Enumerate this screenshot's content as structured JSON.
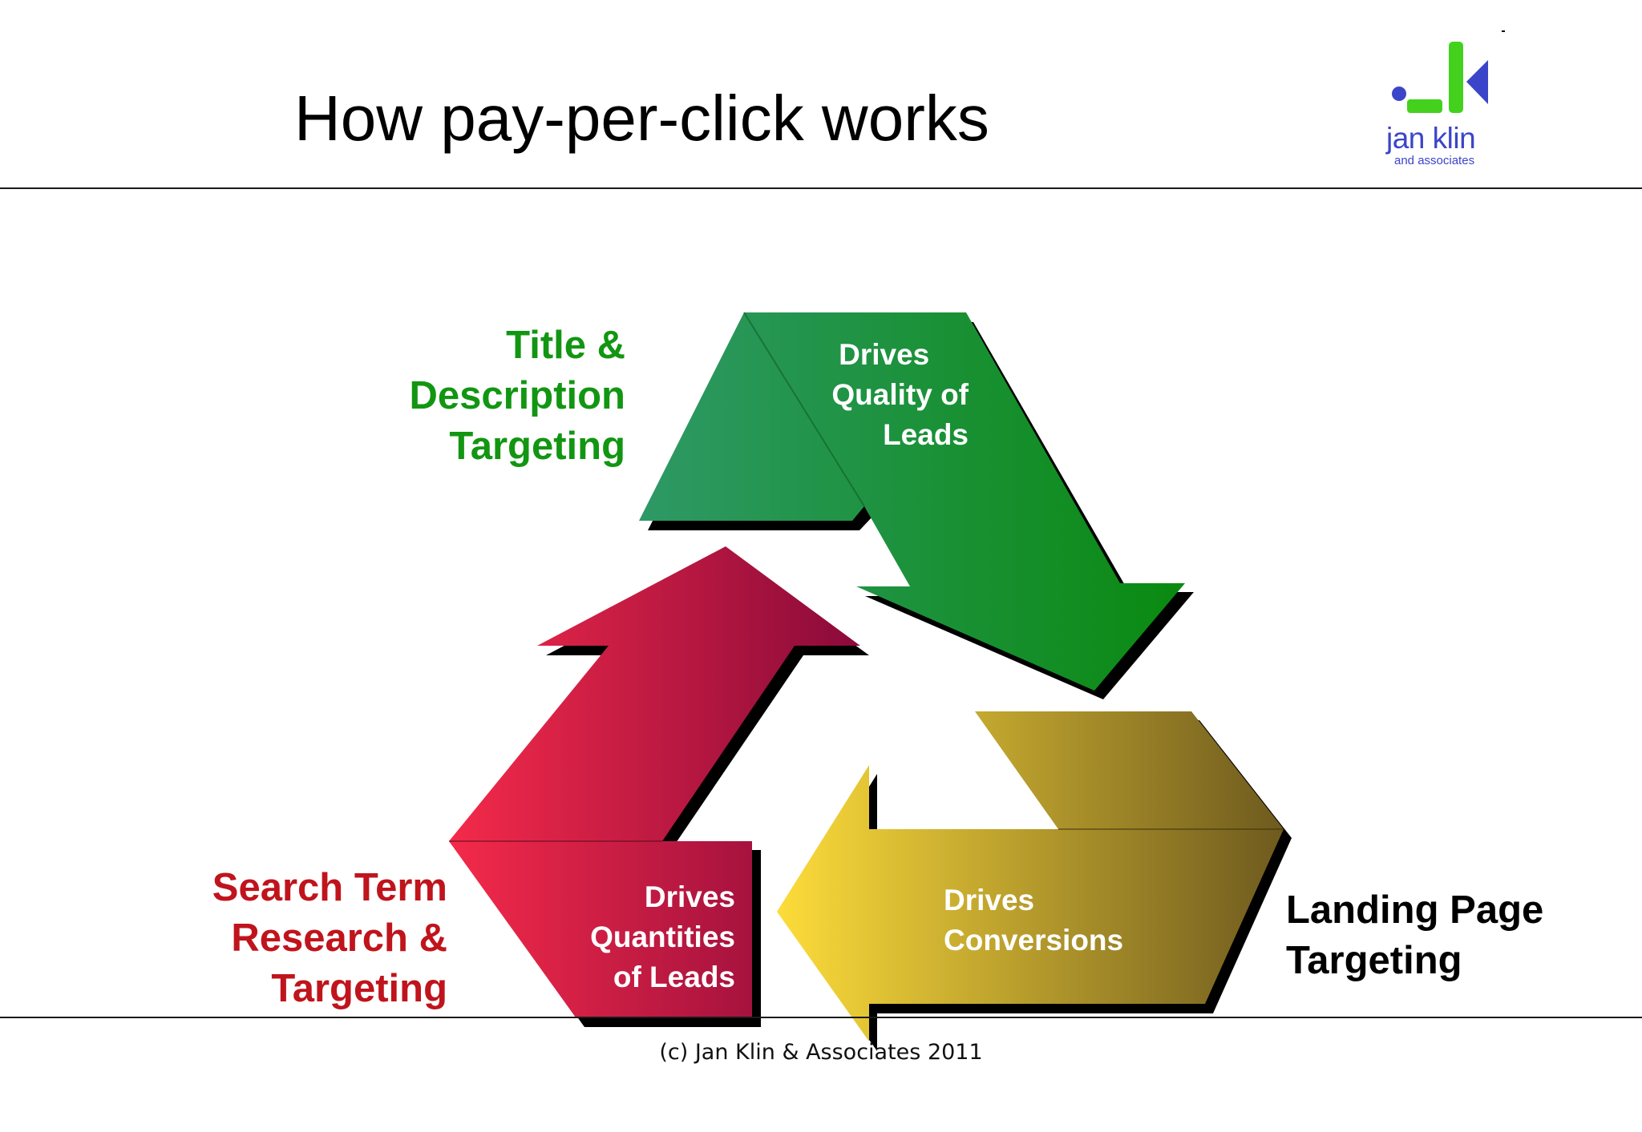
{
  "title": "How pay-per-click works",
  "logo": {
    "name": "jan klin",
    "tagline": "and associates",
    "colors": {
      "green": "#43d11e",
      "blue": "#3b45c9"
    }
  },
  "labels": {
    "title_description": [
      "Title &",
      "Description",
      "Targeting"
    ],
    "search_term": [
      "Search Term",
      "Research &",
      "Targeting"
    ],
    "landing_page": [
      "Landing Page",
      "Targeting"
    ]
  },
  "arrows": {
    "green": {
      "lines": [
        "Drives",
        "Quality of",
        "Leads"
      ],
      "color_start": "#2e9966",
      "color_end": "#0a8a10"
    },
    "red": {
      "lines": [
        "Drives",
        "Quantities",
        "of Leads"
      ],
      "color_start": "#f42a4a",
      "color_end": "#8a0a3a"
    },
    "gold": {
      "lines": [
        "Drives",
        "Conversions"
      ],
      "color_start": "#fddc3a",
      "color_end": "#6e5a1e"
    }
  },
  "label_colors": {
    "title_description": "#129612",
    "search_term": "#c0141c",
    "landing_page": "#000000"
  },
  "footer": "(c) Jan Klin & Associates 2011"
}
